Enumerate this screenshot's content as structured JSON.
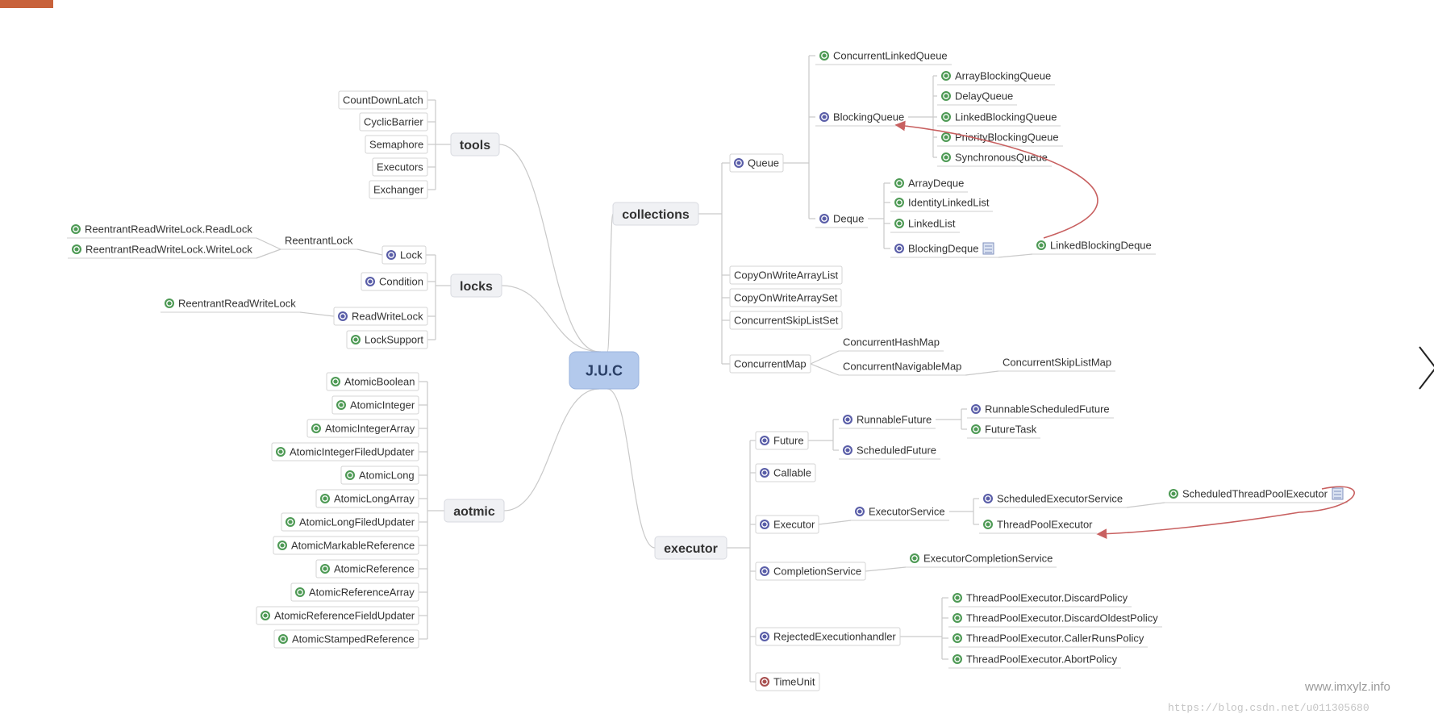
{
  "root": "J.U.C",
  "watermark": "www.imxylz.info",
  "watermark2": "https://blog.csdn.net/u011305680",
  "branches": {
    "tools": "tools",
    "locks": "locks",
    "aotmic": "aotmic",
    "collections": "collections",
    "executor": "executor"
  },
  "tools": [
    "CountDownLatch",
    "CyclicBarrier",
    "Semaphore",
    "Executors",
    "Exchanger"
  ],
  "locks": {
    "lock": "Lock",
    "reentrant_lock": "ReentrantLock",
    "read_lock": "ReentrantReadWriteLock.ReadLock",
    "write_lock": "ReentrantReadWriteLock.WriteLock",
    "condition": "Condition",
    "read_write_lock": "ReadWriteLock",
    "reentrant_read_write_lock": "ReentrantReadWriteLock",
    "lock_support": "LockSupport"
  },
  "atomic": [
    "AtomicBoolean",
    "AtomicInteger",
    "AtomicIntegerArray",
    "AtomicIntegerFiledUpdater",
    "AtomicLong",
    "AtomicLongArray",
    "AtomicLongFiledUpdater",
    "AtomicMarkableReference",
    "AtomicReference",
    "AtomicReferenceArray",
    "AtomicReferenceFieldUpdater",
    "AtomicStampedReference"
  ],
  "collections": {
    "queue": "Queue",
    "concurrent_linked_queue": "ConcurrentLinkedQueue",
    "blocking_queue": "BlockingQueue",
    "blocking_queue_impls": [
      "ArrayBlockingQueue",
      "DelayQueue",
      "LinkedBlockingQueue",
      "PriorityBlockingQueue",
      "SynchronousQueue"
    ],
    "deque": "Deque",
    "deque_impls": [
      "ArrayDeque",
      "IdentityLinkedList",
      "LinkedList"
    ],
    "blocking_deque": "BlockingDeque",
    "linked_blocking_deque": "LinkedBlockingDeque",
    "cow_list": "CopyOnWriteArrayList",
    "cow_set": "CopyOnWriteArraySet",
    "skip_list_set": "ConcurrentSkipListSet",
    "concurrent_map": "ConcurrentMap",
    "concurrent_hash_map": "ConcurrentHashMap",
    "navigable_map": "ConcurrentNavigableMap",
    "skip_list_map": "ConcurrentSkipListMap"
  },
  "executor": {
    "future": "Future",
    "runnable_future": "RunnableFuture",
    "runnable_scheduled_future": "RunnableScheduledFuture",
    "future_task": "FutureTask",
    "scheduled_future": "ScheduledFuture",
    "callable": "Callable",
    "executor": "Executor",
    "executor_service": "ExecutorService",
    "scheduled_executor_service": "ScheduledExecutorService",
    "scheduled_tpe": "ScheduledThreadPoolExecutor",
    "thread_pool_executor": "ThreadPoolExecutor",
    "completion_service": "CompletionService",
    "executor_completion_service": "ExecutorCompletionService",
    "rejected_handler": "RejectedExecutionhandler",
    "policies": [
      "ThreadPoolExecutor.DiscardPolicy",
      "ThreadPoolExecutor.DiscardOldestPolicy",
      "ThreadPoolExecutor.CallerRunsPolicy",
      "ThreadPoolExecutor.AbortPolicy"
    ],
    "time_unit": "TimeUnit"
  },
  "colors": {
    "root_fill": "#b3c9ec",
    "root_text": "#2a3f66",
    "branch_fill": "#f0f1f4",
    "class_icon": "#4e9a55",
    "interface_icon": "#5a5ea8",
    "enum_icon": "#a85050",
    "line": "#c9c9c9",
    "arrow": "#c86060",
    "corner_tab": "#c8623b"
  }
}
